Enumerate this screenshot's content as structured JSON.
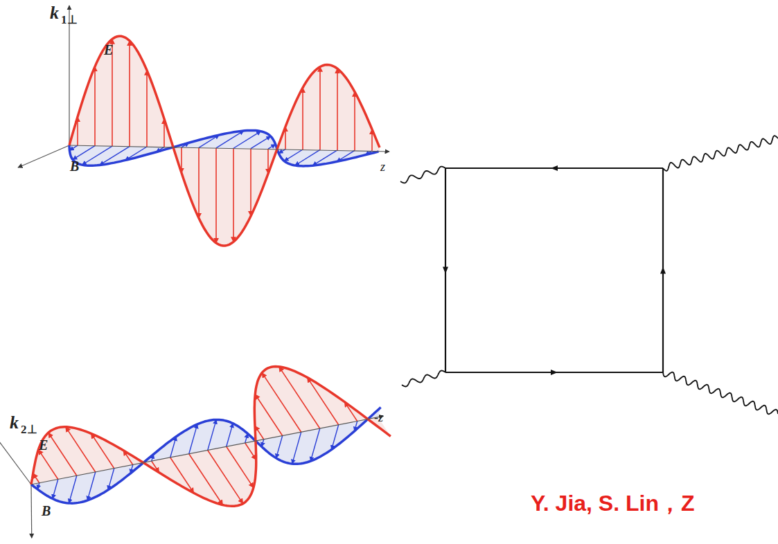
{
  "diagram": {
    "labels": [
      "k",
      "1⊥",
      "E",
      "B",
      "z",
      "k",
      "2⊥",
      "E",
      "B",
      "-z",
      "Y. Jia, S. Lin，Z"
    ]
  }
}
